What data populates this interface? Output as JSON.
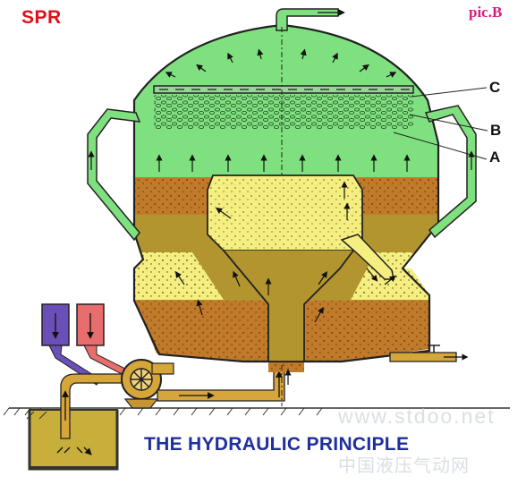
{
  "header": {
    "brand": "SPR",
    "figure_tag": "pic.B"
  },
  "callouts": {
    "c": "C",
    "b": "B",
    "a": "A"
  },
  "caption": "THE HYDRAULIC PRINCIPLE",
  "watermark": {
    "line1": "www.stdoo.net",
    "line2": "中国液压气动网"
  },
  "colors": {
    "clear_water": "#7fe07f",
    "filter_media": "#7ddc7a",
    "sludge_dark": "#c07a2a",
    "sludge_mid": "#b2952e",
    "sludge_light": "#f4ef80",
    "pipe_fill": "#d6a63a",
    "inlet_blue": "#6b4fb8",
    "inlet_red": "#e86d6d",
    "title_red": "#e0101a",
    "caption_blue": "#1f2f9e"
  }
}
